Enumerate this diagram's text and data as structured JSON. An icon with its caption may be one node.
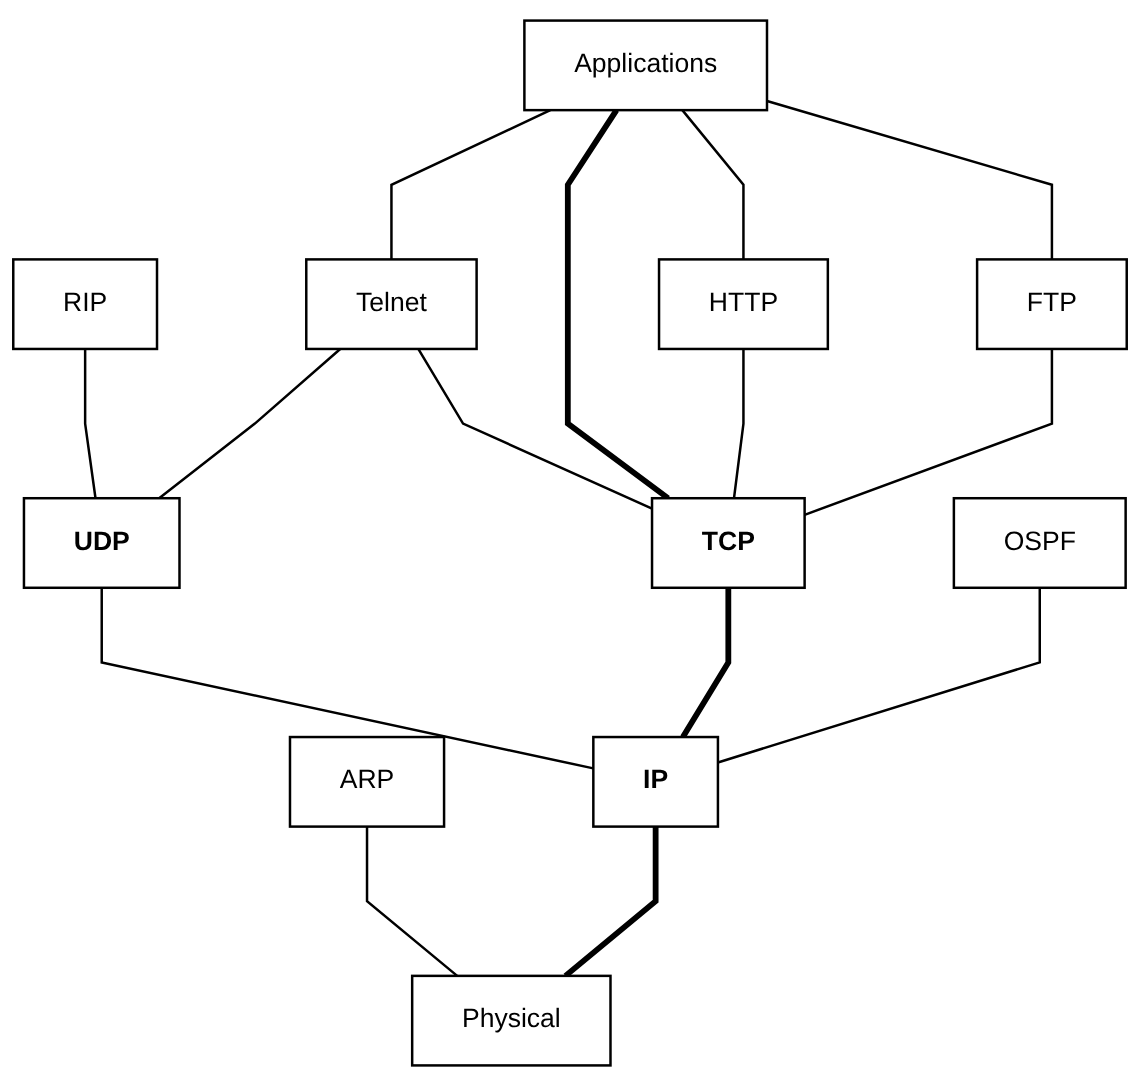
{
  "diagram": {
    "nodes": [
      {
        "text": [
          "Applications"
        ]
      },
      {
        "text": [
          "RIP"
        ]
      },
      {
        "text": [
          "Telnet"
        ]
      },
      {
        "text": [
          "HTTP"
        ]
      },
      {
        "text": [
          "FTP"
        ]
      },
      {
        "text": [
          "UDP"
        ]
      },
      {
        "text": [
          "TCP"
        ]
      },
      {
        "text": [
          "OSPF"
        ]
      },
      {
        "text": [
          "ARP"
        ]
      },
      {
        "text": [
          "IP"
        ]
      },
      {
        "text": [
          "Physical"
        ]
      }
    ],
    "edges": [
      {
        "from": 0,
        "to": 2,
        "arrow": "none"
      },
      {
        "from": 0,
        "to": 6,
        "arrow": "none",
        "style": "thick"
      },
      {
        "from": 0,
        "to": 3,
        "arrow": "none"
      },
      {
        "from": 0,
        "to": 4,
        "arrow": "none"
      },
      {
        "from": 1,
        "to": 5,
        "arrow": "none"
      },
      {
        "from": 2,
        "to": 5,
        "arrow": "none"
      },
      {
        "from": 2,
        "to": 6,
        "arrow": "none"
      },
      {
        "from": 3,
        "to": 6,
        "arrow": "none"
      },
      {
        "from": 4,
        "to": 6,
        "arrow": "none"
      },
      {
        "from": 5,
        "to": 9,
        "arrow": "none"
      },
      {
        "from": 6,
        "to": 9,
        "arrow": "none",
        "style": "thick"
      },
      {
        "from": 7,
        "to": 9,
        "arrow": "none"
      },
      {
        "from": 8,
        "to": 10,
        "arrow": "none"
      },
      {
        "from": 9,
        "to": 10,
        "arrow": "none",
        "style": "thick"
      }
    ]
  }
}
